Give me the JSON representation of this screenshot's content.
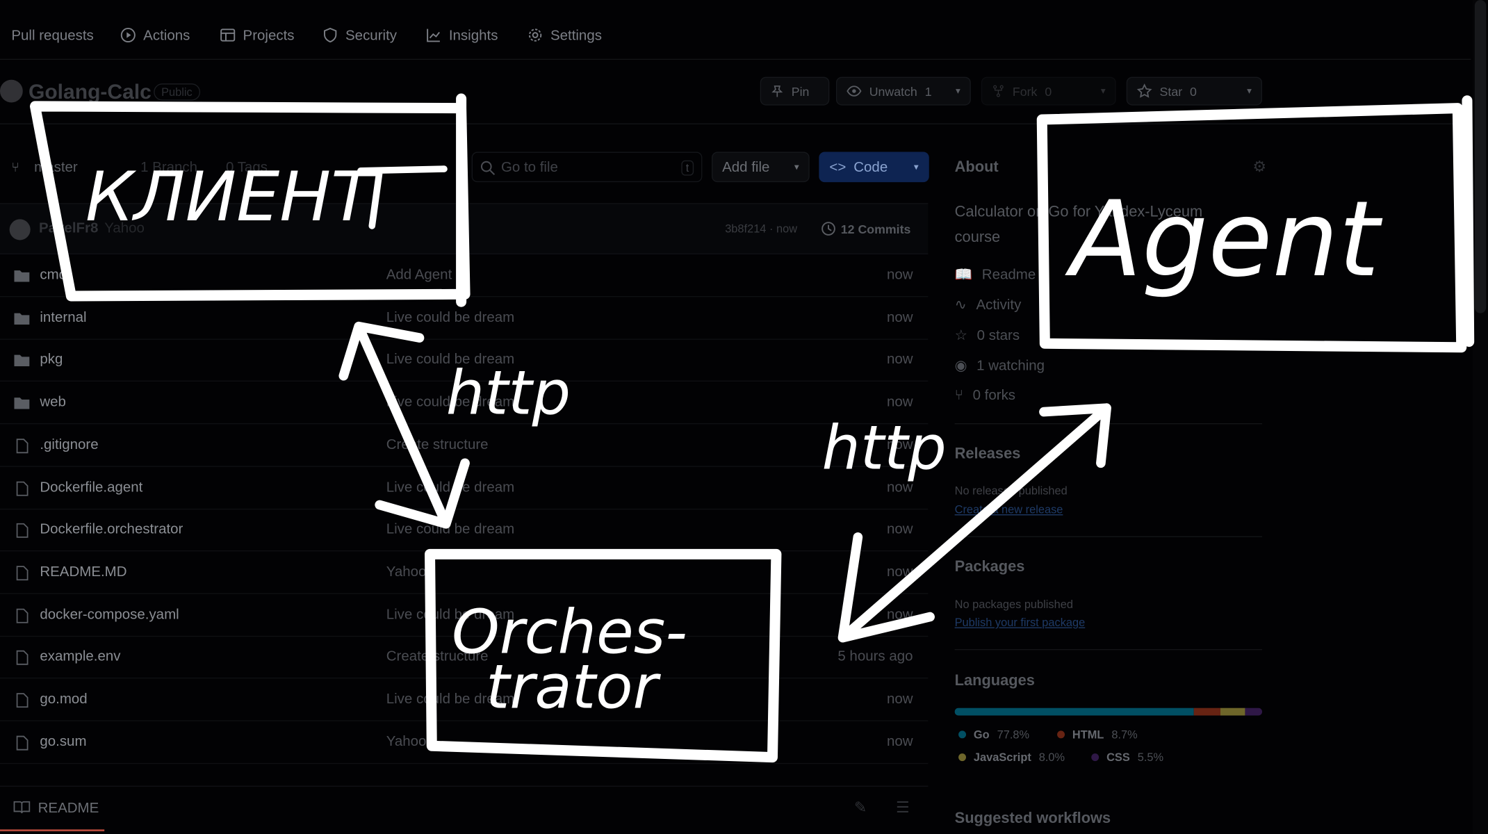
{
  "nav": {
    "pull_requests": "Pull requests",
    "actions": "Actions",
    "projects": "Projects",
    "security": "Security",
    "insights": "Insights",
    "settings": "Settings"
  },
  "repo": {
    "name": "Golang-Calc",
    "visibility": "Public",
    "pin": "Pin",
    "unwatch": "Unwatch",
    "watch_count": "1",
    "fork": "Fork",
    "fork_count": "0",
    "star": "Star",
    "star_count": "0"
  },
  "toolbar": {
    "branch": "master",
    "branches": "1 Branch",
    "tags": "0 Tags",
    "go_to_file_placeholder": "Go to file",
    "shortcut": "t",
    "add_file": "Add file",
    "code": "Code"
  },
  "commit_bar": {
    "author": "PavelFr8",
    "message": "Yahoo",
    "hash_time": "3b8f214 · now",
    "commits": "12 Commits"
  },
  "files": [
    {
      "name": "cmd",
      "type": "folder",
      "message": "Add Agent",
      "time": "now"
    },
    {
      "name": "internal",
      "type": "folder",
      "message": "Live could be dream",
      "time": "now"
    },
    {
      "name": "pkg",
      "type": "folder",
      "message": "Live could be dream",
      "time": "now"
    },
    {
      "name": "web",
      "type": "folder",
      "message": "Live could be dream",
      "time": "now"
    },
    {
      "name": ".gitignore",
      "type": "file",
      "message": "Create structure",
      "time": "now"
    },
    {
      "name": "Dockerfile.agent",
      "type": "file",
      "message": "Live could be dream",
      "time": "now"
    },
    {
      "name": "Dockerfile.orchestrator",
      "type": "file",
      "message": "Live could be dream",
      "time": "now"
    },
    {
      "name": "README.MD",
      "type": "file",
      "message": "Yahoo",
      "time": "now"
    },
    {
      "name": "docker-compose.yaml",
      "type": "file",
      "message": "Live could be dream",
      "time": "now"
    },
    {
      "name": "example.env",
      "type": "file",
      "message": "Create structure",
      "time": "5 hours ago"
    },
    {
      "name": "go.mod",
      "type": "file",
      "message": "Live could be dream",
      "time": "now"
    },
    {
      "name": "go.sum",
      "type": "file",
      "message": "Yahoo",
      "time": "now"
    }
  ],
  "readme_tab": "README",
  "about": {
    "heading": "About",
    "description": "Calculator on Go for Yandex-Lyceum course",
    "readme": "Readme",
    "activity": "Activity",
    "stars": "0 stars",
    "watching": "1 watching",
    "forks": "0 forks"
  },
  "releases": {
    "heading": "Releases",
    "text": "No releases published",
    "link": "Create a new release"
  },
  "packages": {
    "heading": "Packages",
    "text": "No packages published",
    "link": "Publish your first package"
  },
  "languages": {
    "heading": "Languages",
    "items": [
      {
        "name": "Go",
        "percent": "77.8%",
        "share": 77.8,
        "color": "#00ADD8"
      },
      {
        "name": "HTML",
        "percent": "8.7%",
        "share": 8.7,
        "color": "#e34c26"
      },
      {
        "name": "JavaScript",
        "percent": "8.0%",
        "share": 8.0,
        "color": "#f1e05a"
      },
      {
        "name": "CSS",
        "percent": "5.5%",
        "share": 5.5,
        "color": "#663399"
      }
    ]
  },
  "suggested_workflows": "Suggested workflows",
  "annotations": {
    "client_label": "КЛИЕНТ",
    "agent_label": "Agent",
    "orchestrator_line1": "Orches-",
    "orchestrator_line2": "trator",
    "link_left": "http",
    "link_right": "http"
  }
}
